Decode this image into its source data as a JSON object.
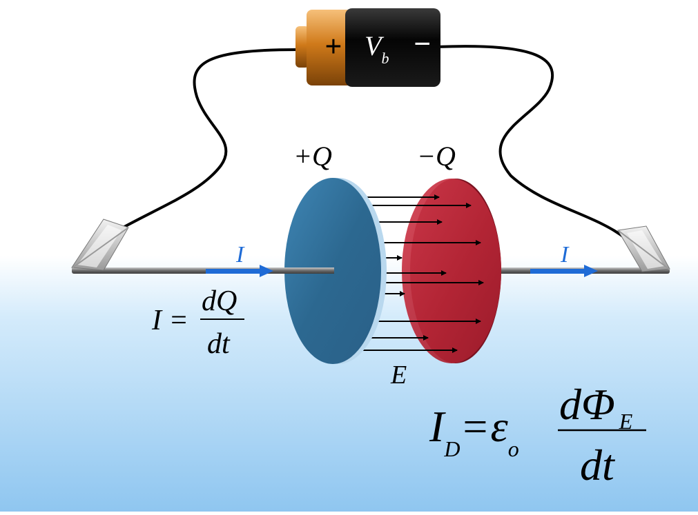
{
  "battery": {
    "plus": "+",
    "minus": "−",
    "symbol": "V",
    "subscript": "b"
  },
  "plates": {
    "positive_label": "+Q",
    "negative_label": "−Q"
  },
  "current": {
    "left_label": "I",
    "right_label": "I"
  },
  "field_label": "E",
  "equation_current": {
    "lhs": "I =",
    "numerator": "dQ",
    "denominator": "dt"
  },
  "equation_displacement": {
    "I": "I",
    "I_sub": "D",
    "equals": "=",
    "epsilon": "ε",
    "epsilon_sub": "o",
    "numerator": "dΦ",
    "numerator_sub": "E",
    "denominator": "dt"
  },
  "colors": {
    "positive_plate": "#2f6d96",
    "negative_plate": "#c02a3a",
    "current_arrow": "#1e6bd6",
    "battery_body": "#000000",
    "battery_cap": "#d07a1a",
    "sky_top": "#ffffff",
    "sky_bottom": "#8fc6f0"
  }
}
